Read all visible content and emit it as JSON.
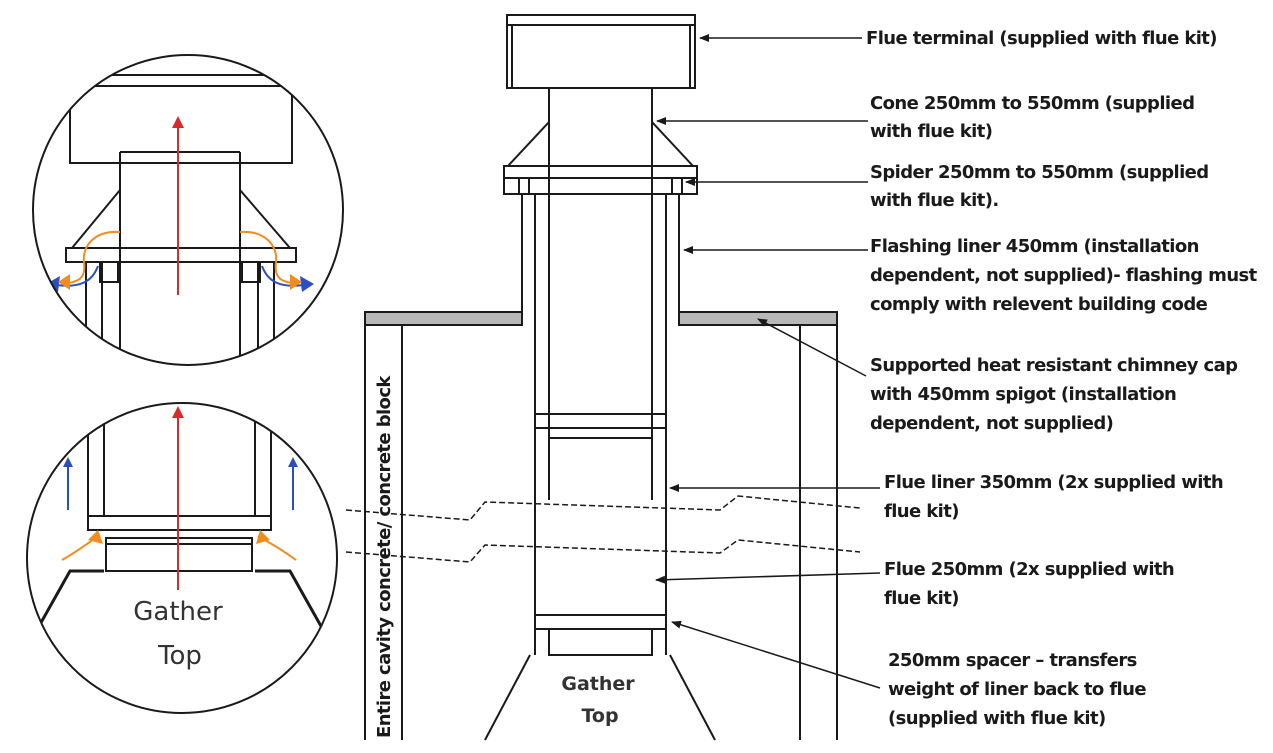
{
  "colors": {
    "line": "#1a1a1a",
    "cap_fill": "#b8b8b8",
    "hot_air": "#d62b2b",
    "cool_air": "#2c4fc0",
    "warm_flow": "#f28c1e"
  },
  "labels": {
    "flue_terminal": "Flue terminal (supplied with flue kit)",
    "cone_l1": "Cone 250mm to 550mm (supplied",
    "cone_l2": "with flue kit)",
    "spider_l1": "Spider 250mm to 550mm (supplied",
    "spider_l2": "with flue kit).",
    "flashing_l1": "Flashing liner 450mm (installation",
    "flashing_l2": "dependent, not supplied)- flashing must",
    "flashing_l3": "comply with relevent building code",
    "cap_l1": "Supported heat resistant chimney cap",
    "cap_l2": "with 450mm spigot (installation",
    "cap_l3": "dependent, not supplied)",
    "liner_l1": "Flue liner 350mm (2x supplied with",
    "liner_l2": "flue kit)",
    "flue_l1": "Flue 250mm (2x supplied with",
    "flue_l2": "flue kit)",
    "spacer_l1": "250mm spacer – transfers",
    "spacer_l2": "weight of liner back to flue",
    "spacer_l3": "(supplied with flue kit)",
    "wall": "Entire cavity concrete/ concrete block",
    "gather_word": "Gather",
    "top_word": "Top"
  }
}
